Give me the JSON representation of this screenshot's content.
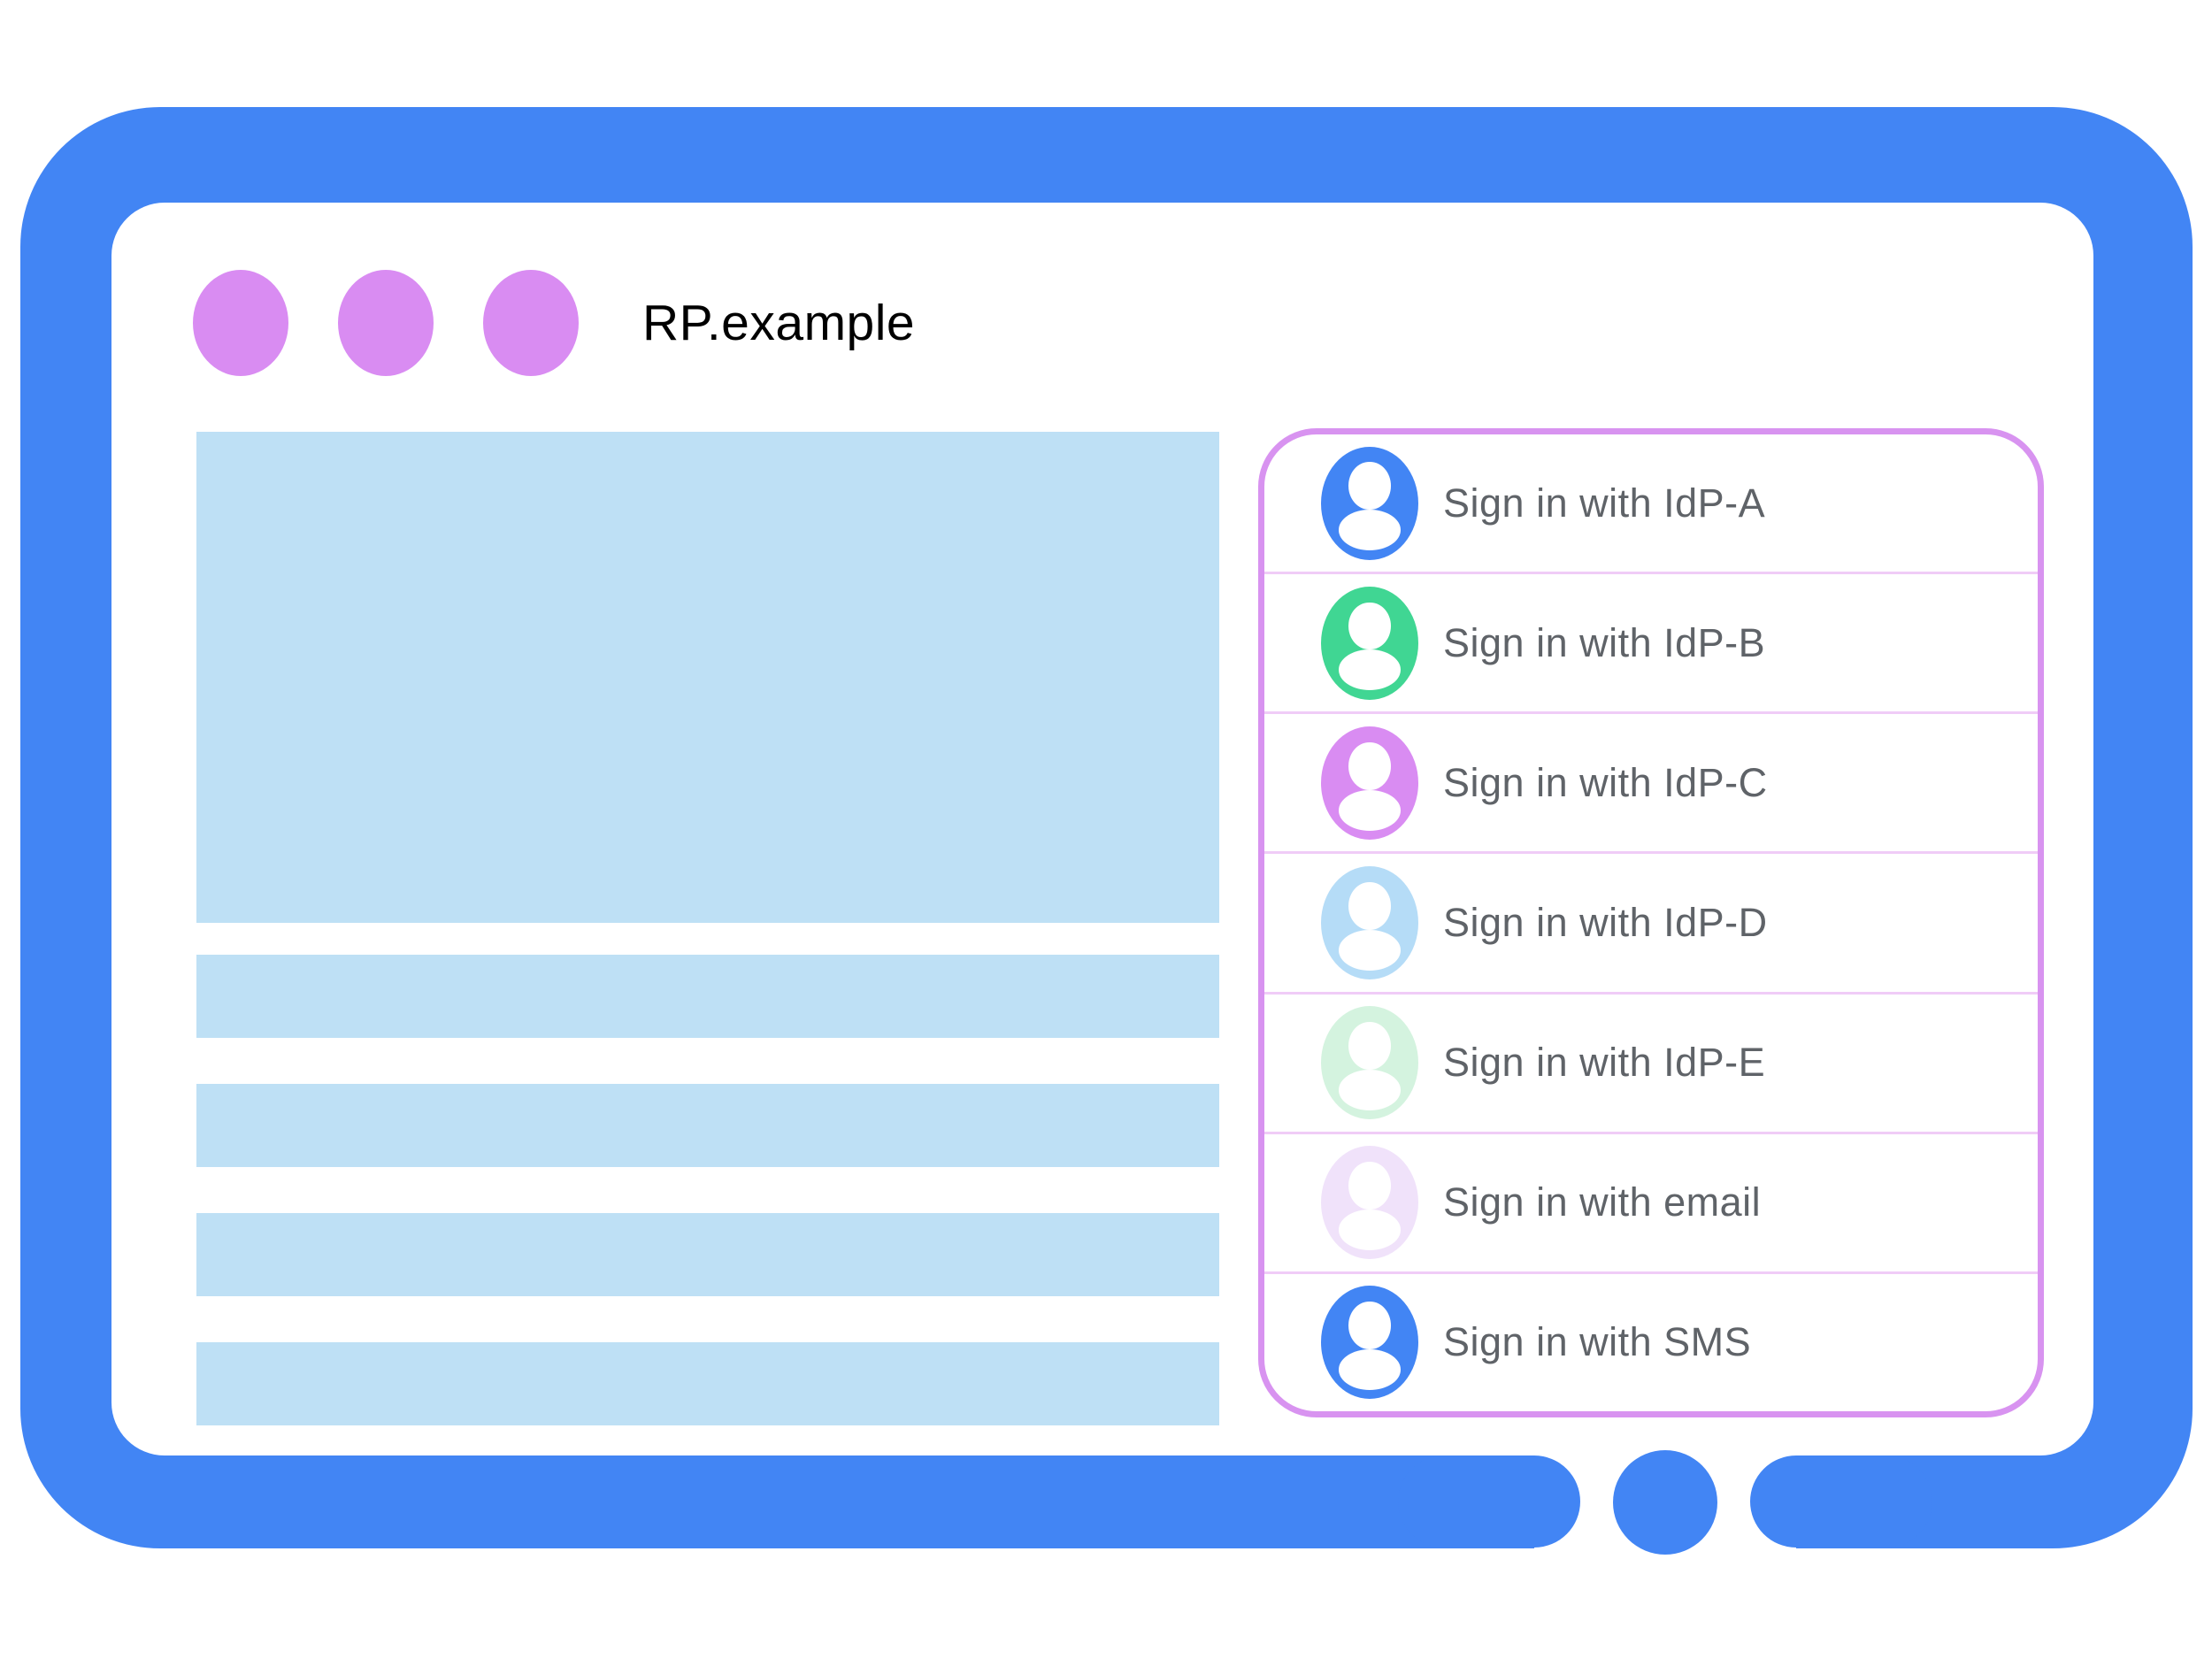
{
  "window": {
    "title": "RP.example",
    "control_dots_count": 3
  },
  "signin_panel": {
    "items": [
      {
        "label": "Sign in with IdP-A",
        "avatar_color": "#4285F4"
      },
      {
        "label": "Sign in with IdP-B",
        "avatar_color": "#40D693"
      },
      {
        "label": "Sign in with IdP-C",
        "avatar_color": "#D98CF2"
      },
      {
        "label": "Sign in with IdP-D",
        "avatar_color": "#B5DCF7"
      },
      {
        "label": "Sign in with IdP-E",
        "avatar_color": "#D4F3DF"
      },
      {
        "label": "Sign in with email",
        "avatar_color": "#F0E2FA"
      },
      {
        "label": "Sign in with SMS",
        "avatar_color": "#4285F4"
      }
    ],
    "border_color": "#D893F0",
    "divider_color": "#F0CCF7",
    "text_color": "#5F6368"
  },
  "device": {
    "frame_color": "#4285F4",
    "home_button_color": "#4285F4"
  },
  "content": {
    "window_dot_color": "#D98CF2",
    "placeholder_color": "#BEE0F5"
  }
}
